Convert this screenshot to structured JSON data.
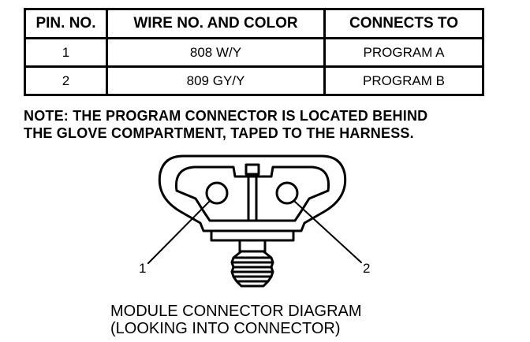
{
  "table": {
    "headers": [
      "PIN. NO.",
      "WIRE NO. AND COLOR",
      "CONNECTS TO"
    ],
    "rows": [
      [
        "1",
        "808 W/Y",
        "PROGRAM A"
      ],
      [
        "2",
        "809 GY/Y",
        "PROGRAM B"
      ]
    ]
  },
  "note": {
    "line1": "NOTE: THE PROGRAM CONNECTOR IS LOCATED BEHIND",
    "line2": "THE GLOVE COMPARTMENT, TAPED TO THE HARNESS."
  },
  "diagram": {
    "callout_1": "1",
    "callout_2": "2"
  },
  "caption": {
    "line1": "MODULE CONNECTOR DIAGRAM",
    "line2": "(LOOKING INTO CONNECTOR)"
  }
}
